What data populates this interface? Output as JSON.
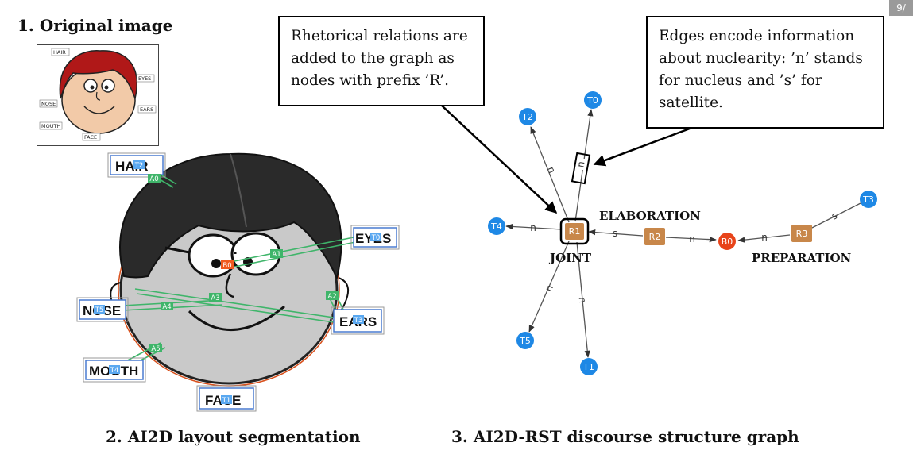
{
  "page_number": "9/",
  "sections": {
    "original": "1. Original image",
    "layout": "2. AI2D layout segmentation",
    "graph": "3. AI2D-RST discourse structure graph"
  },
  "callouts": {
    "relations": [
      "Rhetorical relations are",
      "added to the graph as",
      "nodes with prefix ’R’."
    ],
    "edges": [
      "Edges encode information",
      "about nuclearity: ’n’ stands",
      "for nucleus and ’s’ for",
      "satellite."
    ]
  },
  "thumbnail_labels": {
    "hair": "HAIR",
    "eyes": "EYES",
    "nose": "NOSE",
    "ears": "EARS",
    "mouth": "MOUTH",
    "face": "FACE"
  },
  "layout_labels": {
    "hair": "HAIR",
    "eyes": "EYES",
    "nose": "NOSE",
    "ears": "EARS",
    "mouth": "MOUTH",
    "face": "FACE"
  },
  "layout_tags": {
    "a0": "A0",
    "a1": "A1",
    "a2": "A2",
    "a3": "A3",
    "a4": "A4",
    "a5": "A5",
    "b0": "B0",
    "t0": "T0",
    "t1": "T1",
    "t2": "T2",
    "t3": "T3",
    "t4": "T4",
    "t5": "T5"
  },
  "graph": {
    "nodes": {
      "t0": "T0",
      "t1": "T1",
      "t2": "T2",
      "t3": "T3",
      "t4": "T4",
      "t5": "T5",
      "r1": "R1",
      "r2": "R2",
      "r3": "R3",
      "b0": "B0"
    },
    "relation_labels": {
      "joint": "JOINT",
      "elaboration": "ELABORATION",
      "preparation": "PREPARATION"
    },
    "edge_labels": {
      "nucleus": "n",
      "satellite": "s"
    }
  },
  "colors": {
    "text_node": "#1e88e5",
    "relation_node": "#c8874a",
    "blob_node": "#e8441a",
    "segment_green": "#3fb56a",
    "face_gray": "#c9c9c9",
    "hair": "#2a2a2a",
    "thumb_hair": "#b01818",
    "thumb_skin": "#f2caa8"
  }
}
